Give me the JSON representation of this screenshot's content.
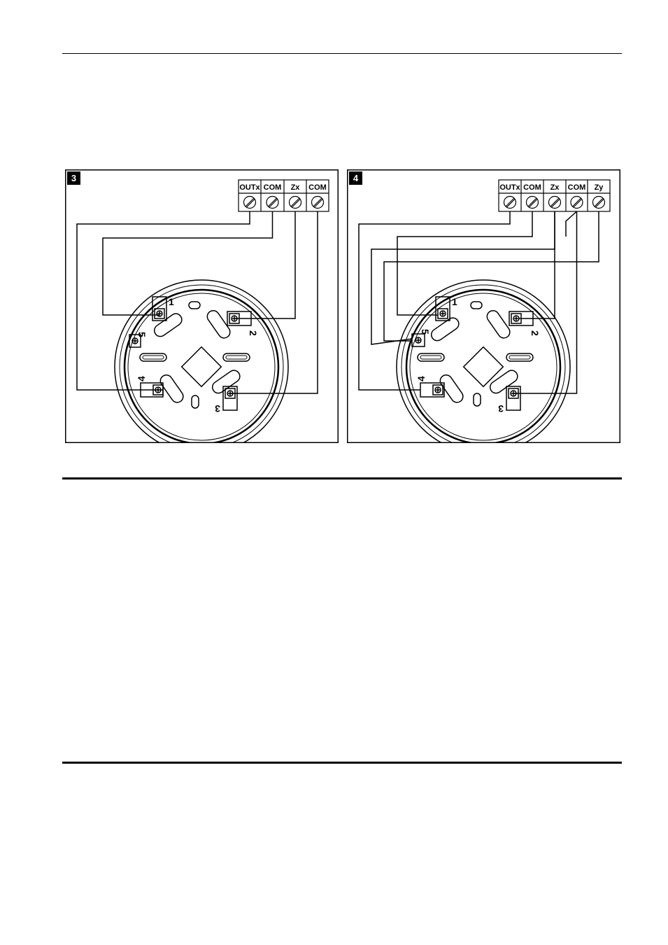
{
  "figures": [
    {
      "id": "3",
      "terminals": [
        "OUTx",
        "COM",
        "Zx",
        "COM"
      ],
      "pins": [
        "1",
        "2",
        "3",
        "4",
        "5"
      ]
    },
    {
      "id": "4",
      "terminals": [
        "OUTx",
        "COM",
        "Zx",
        "COM",
        "Zy"
      ],
      "pins": [
        "1",
        "2",
        "3",
        "4",
        "5"
      ]
    }
  ]
}
